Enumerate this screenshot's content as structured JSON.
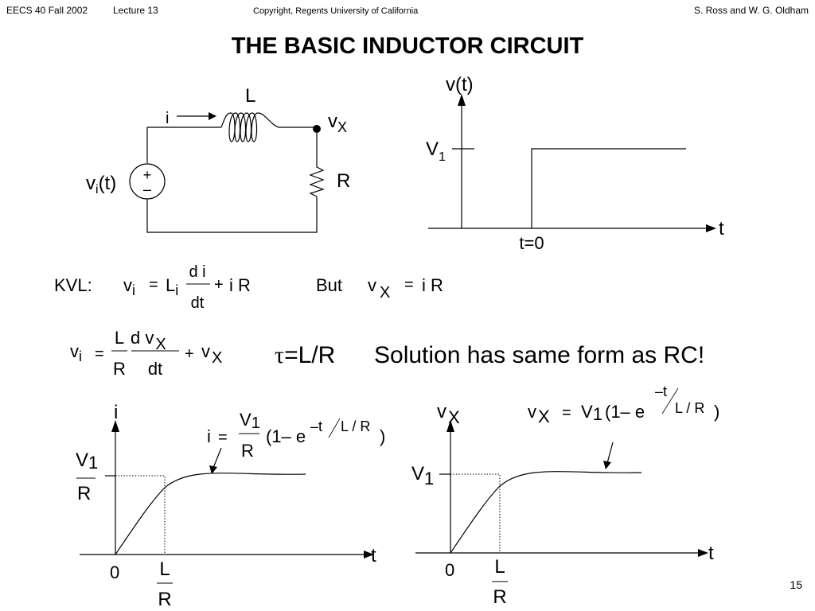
{
  "header": {
    "course": "EECS 40 Fall 2002",
    "lecture": "Lecture 13",
    "copyright": "Copyright, Regents University of California",
    "authors": "S. Ross and W. G. Oldham"
  },
  "title": "THE BASIC INDUCTOR CIRCUIT",
  "circuit": {
    "current_label": "i",
    "inductor_label": "L",
    "node_label": "v",
    "node_sub": "X",
    "source_label": "v",
    "source_sub": "i",
    "source_arg": "(t)",
    "source_plus": "+",
    "source_minus": "–",
    "resistor_label": "R"
  },
  "step_plot": {
    "ylabel": "v(t)",
    "level_label": "V",
    "level_sub": "1",
    "xlabel": "t",
    "step_label": "t=0"
  },
  "equations": {
    "kvl_prefix": "KVL:",
    "kvl_lhs": "v",
    "kvl_lhs_sub": "i",
    "eq": "=",
    "L": "L",
    "L_sub": "i",
    "di": "d i",
    "dt": "dt",
    "plus": "+",
    "iR": "i R",
    "but": "But",
    "vx": "v",
    "vx_sub": "X",
    "eq2": "=",
    "vx_rhs": "i R",
    "eq3_lhs": "v",
    "eq3_lhs_sub": "i",
    "eq3_eq": "=",
    "eq3_L": "L",
    "eq3_R": "R",
    "eq3_dv": "d v",
    "eq3_dv_sub": "X",
    "eq3_dt": "dt",
    "eq3_plus": "+",
    "eq3_v": "v",
    "eq3_v_sub": "X",
    "tau": "τ",
    "tau_rest": "=L/R",
    "solution": "Solution has same form as RC!"
  },
  "left_plot": {
    "ylabel": "i",
    "xlabel": "t",
    "origin": "0",
    "y_num": "V",
    "y_num_sub": "1",
    "y_den": "R",
    "x_num": "L",
    "x_den": "R",
    "formula_lhs": "i",
    "formula_eq": "=",
    "formula_num": "V",
    "formula_num_sub": "1",
    "formula_den": "R",
    "formula_body": "(1– e",
    "formula_exp": "–t",
    "formula_exp_den": "L / R",
    "formula_close": ")"
  },
  "right_plot": {
    "ylabel": "v",
    "ylabel_sub": "X",
    "xlabel": "t",
    "origin": "0",
    "level": "V",
    "level_sub": "1",
    "x_num": "L",
    "x_den": "R",
    "formula_lhs": "v",
    "formula_lhs_sub": "X",
    "formula_eq": "=",
    "formula_V": "V",
    "formula_V_sub": "1",
    "formula_body": "(1– e",
    "formula_exp": "–t",
    "formula_exp_den": "L / R",
    "formula_close": ")"
  },
  "page_number": "15"
}
